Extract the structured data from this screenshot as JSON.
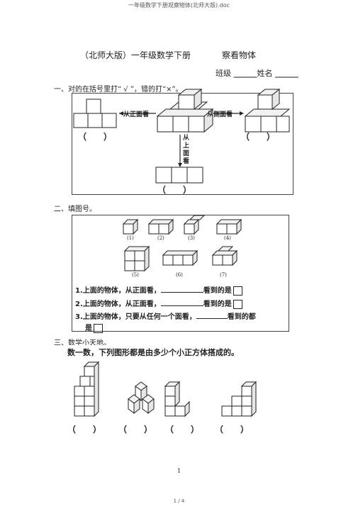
{
  "header": {
    "file_title": "一年级数学下册观察物体(北师大版).doc"
  },
  "title": {
    "part1": "（北师大版）一年级数学下册",
    "part2": "察看物体"
  },
  "student": {
    "class_label": "班级",
    "name_label": "姓名",
    "blank": "______"
  },
  "section1": {
    "heading": "一、对的在括号里打“ √ ”，错的打“×”。",
    "front_label": "从正面看",
    "side_label": "从侧面看",
    "top_label_chars": [
      "从",
      "上",
      "面",
      "看"
    ],
    "paren_left": "（　　）",
    "paren_mid": "（　　）",
    "paren_right": "（　　）"
  },
  "section2": {
    "heading": "二、填图号。",
    "shape_labels": [
      "(1)",
      "(2)",
      "(3)",
      "(4)",
      "(5)",
      "(6)",
      "(7)"
    ],
    "questions": [
      {
        "num": "1.",
        "text": "上面的物体，从正面看，",
        "tail": "看到的是"
      },
      {
        "num": "2.",
        "text": "上面的物体，从正面看，",
        "tail": "看到的是"
      },
      {
        "num": "3.",
        "text": "上面的物体，只要从任何一个面看，",
        "tail": "看到的都"
      }
    ],
    "q3_cont": "是"
  },
  "section3": {
    "heading": "三、数学小天地。",
    "prompt": "数一数，下列图形都是由多少个小正方体搭成的。",
    "parens": [
      "（　　）",
      "（　　）",
      "（　　）",
      "（　　）"
    ]
  },
  "page_number": "1",
  "footer": {
    "page_of": "1 / 4"
  }
}
